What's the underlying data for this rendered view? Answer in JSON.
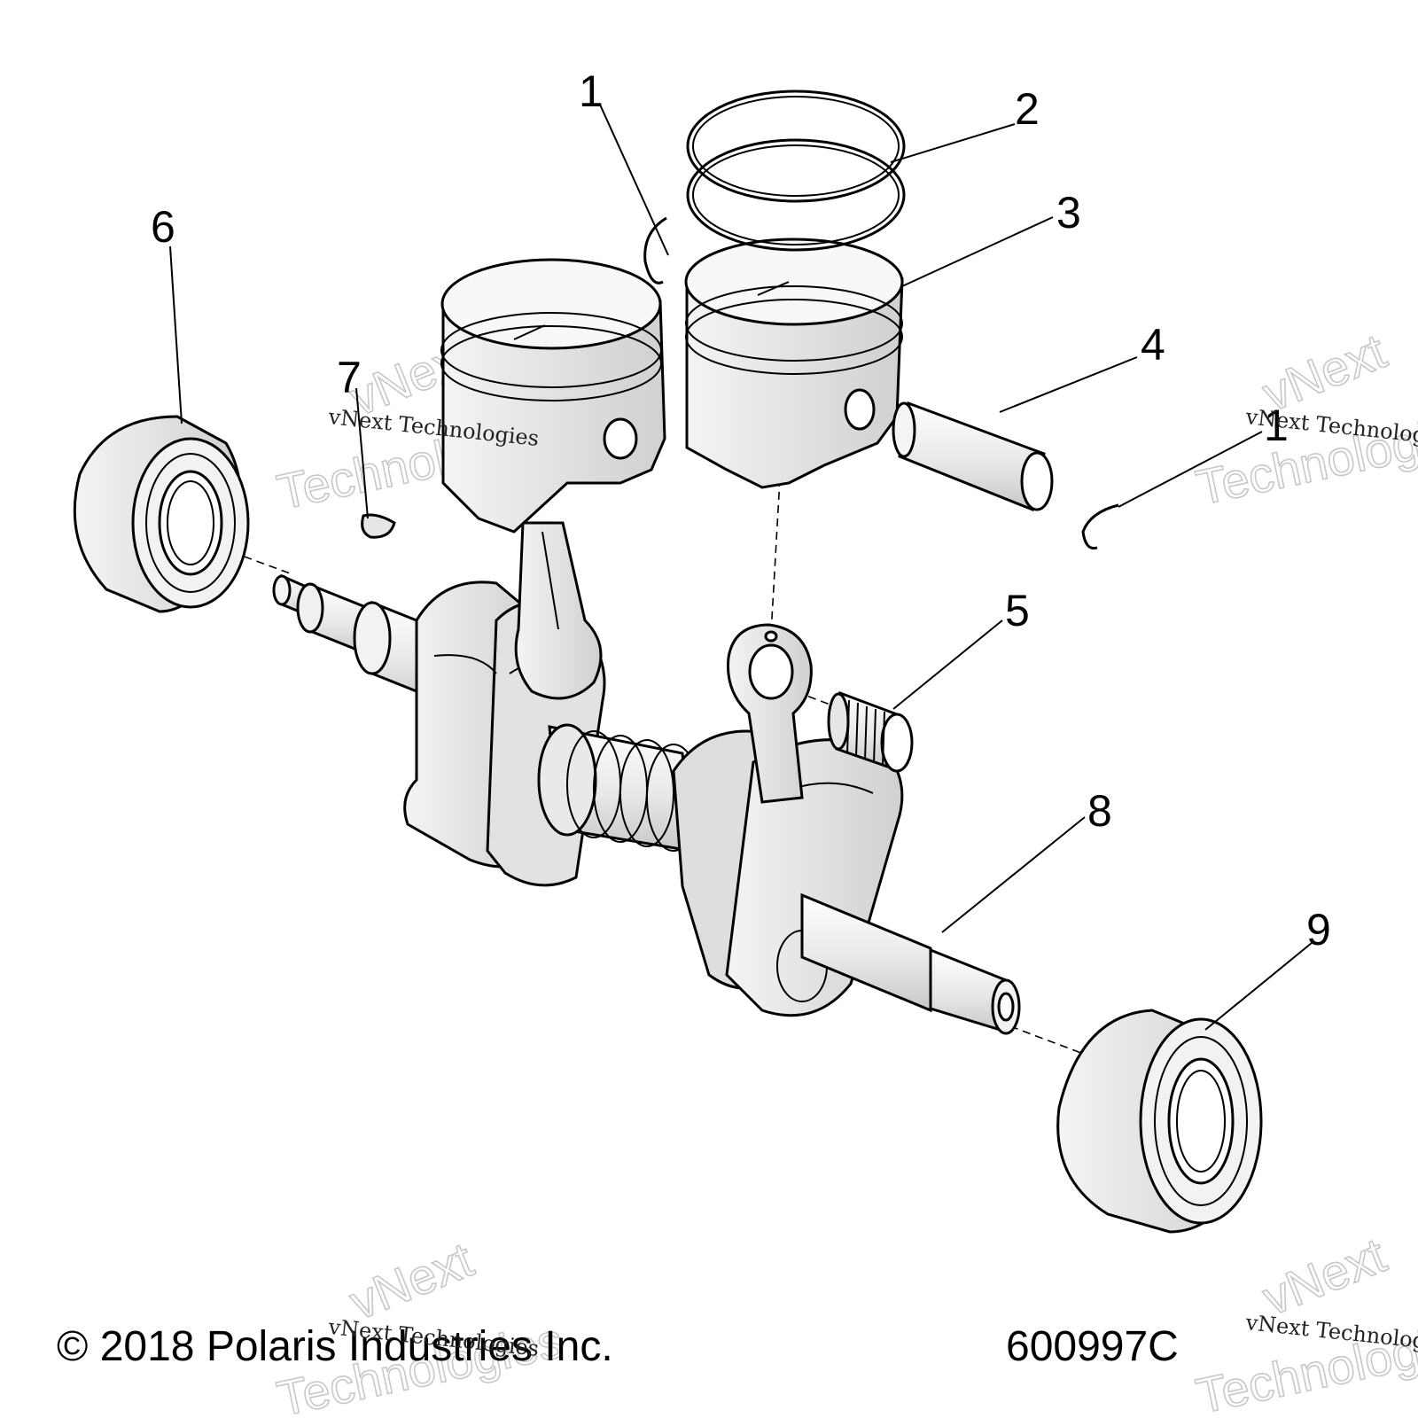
{
  "callouts": [
    "1",
    "2",
    "3",
    "4",
    "1",
    "5",
    "6",
    "7",
    "8",
    "9"
  ],
  "footer": {
    "copyright": "© 2018 Polaris Industries Inc.",
    "figure_number": "600997C"
  },
  "watermarks": {
    "serif_text": "vNext Technologies",
    "outline_top": "vNext",
    "outline_bottom": "Technologies"
  },
  "colors": {
    "line": "#000000",
    "part_fill": "#ececec",
    "part_shade": "#d4d4d4",
    "watermark": "#c8c8c8"
  }
}
